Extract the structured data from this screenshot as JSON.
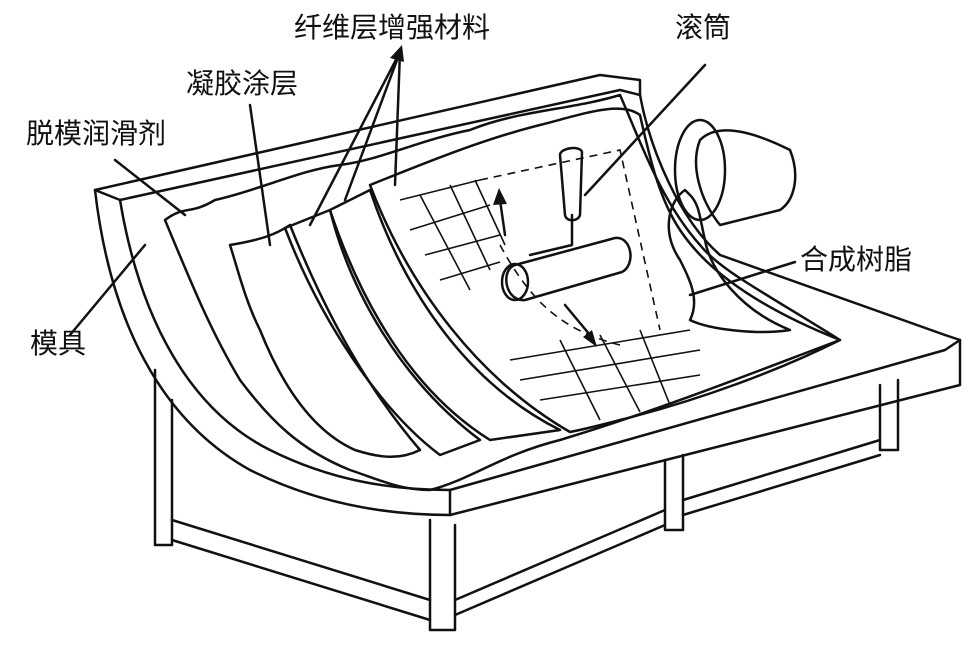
{
  "labels": {
    "fiber": "纤维层增强材料",
    "roller": "滚筒",
    "gelcoat": "凝胶涂层",
    "release": "脱模润滑剂",
    "resin": "合成树脂",
    "mold": "模具"
  }
}
